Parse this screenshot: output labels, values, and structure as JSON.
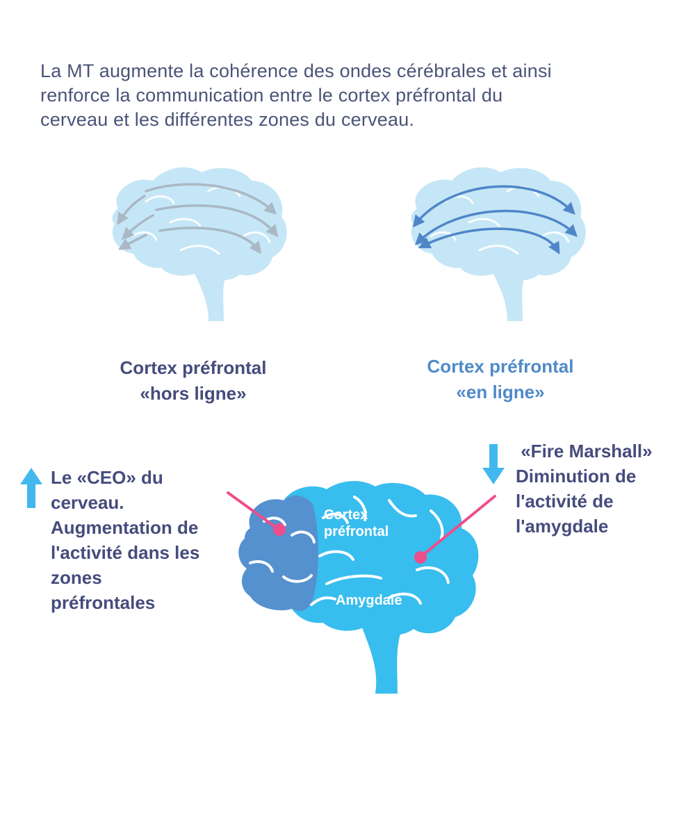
{
  "intro": {
    "lines": [
      "La MT augmente la cohérence des ondes cérébrales et ainsi",
      "renforce la communication entre le cortex préfrontal du",
      "cerveau et les différentes zones du cerveau."
    ]
  },
  "brains": {
    "offline": {
      "caption_lines": [
        "Cortex préfrontal",
        "«hors ligne»"
      ],
      "arrow_color": "#a9b8c4"
    },
    "online": {
      "caption_lines": [
        "Cortex préfrontal",
        "«en ligne»"
      ],
      "arrow_color": "#4f86c8"
    }
  },
  "ceo": {
    "direction_icon": "arrow-up-icon",
    "lines": [
      "Le «CEO» du",
      "cerveau.",
      "Augmentation de",
      "l'activité dans les",
      "zones",
      "préfrontales"
    ]
  },
  "fire_marshall": {
    "direction_icon": "arrow-down-icon",
    "lines": [
      " «Fire Marshall»",
      "Diminution de",
      "l'activité de",
      "l'amygdale"
    ]
  },
  "bottom_brain": {
    "cortex_label_lines": [
      "Cortex",
      "préfrontal"
    ],
    "amygdala_label": "Amygdale",
    "colors": {
      "brain": "#38bdef",
      "prefrontal": "#5590cf",
      "pointer": "#ee4d8b",
      "light_brain": "#c5e6f6",
      "arrow_indicator": "#42b8ee"
    }
  }
}
